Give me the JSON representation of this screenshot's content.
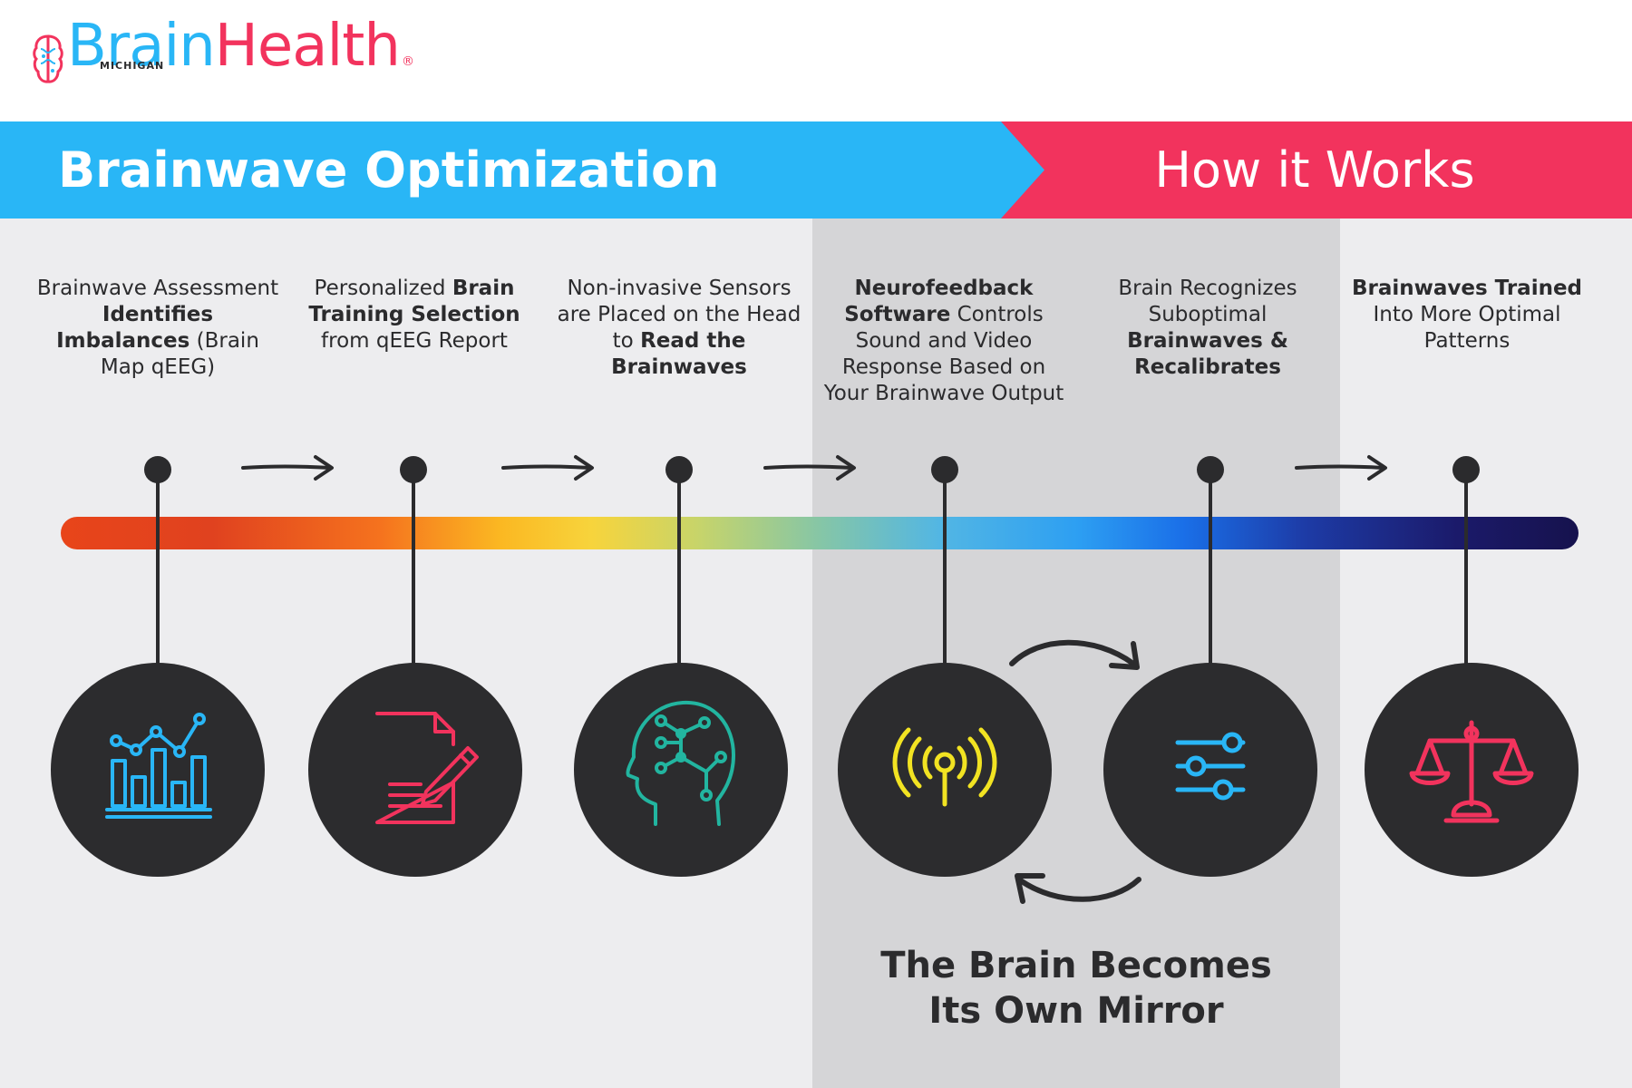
{
  "logo": {
    "small_text": "MICHIGAN",
    "brain_text": "Brain",
    "health_text": "Health",
    "registered": "®"
  },
  "banner": {
    "title": "Brainwave Optimization",
    "subtitle": "How it Works",
    "colors": {
      "blue": "#29b6f6",
      "red": "#f2335d"
    }
  },
  "steps": [
    {
      "parts": [
        {
          "t": "Brainwave Assessment ",
          "b": false
        },
        {
          "t": "Identifies Imbalances",
          "b": true
        },
        {
          "t": " (Brain Map qEEG)",
          "b": false
        }
      ],
      "icon": "bar-chart-icon",
      "icon_color": "#29b6f6"
    },
    {
      "parts": [
        {
          "t": "Personalized ",
          "b": false
        },
        {
          "t": "Brain Training Selection",
          "b": true
        },
        {
          "t": " from qEEG Report",
          "b": false
        }
      ],
      "icon": "document-pen-icon",
      "icon_color": "#f2335d"
    },
    {
      "parts": [
        {
          "t": "Non-invasive Sensors are Placed on the Head to ",
          "b": false
        },
        {
          "t": "Read the Brainwaves",
          "b": true
        }
      ],
      "icon": "head-circuit-icon",
      "icon_color": "#22b5a0"
    },
    {
      "parts": [
        {
          "t": "Neurofeedback Software",
          "b": true
        },
        {
          "t": " Controls Sound and Video Response Based on Your Brainwave Output",
          "b": false
        }
      ],
      "icon": "broadcast-signal-icon",
      "icon_color": "#f2e322"
    },
    {
      "parts": [
        {
          "t": "Brain Recognizes Suboptimal ",
          "b": false
        },
        {
          "t": "Brainwaves & Recalibrates",
          "b": true
        }
      ],
      "icon": "sliders-icon",
      "icon_color": "#29b6f6"
    },
    {
      "parts": [
        {
          "t": "Brainwaves Trained",
          "b": true
        },
        {
          "t": " Into More Optimal Patterns",
          "b": false
        }
      ],
      "icon": "balance-scale-icon",
      "icon_color": "#f2335d"
    }
  ],
  "caption": {
    "line1": "The Brain Becomes",
    "line2": "Its Own Mirror"
  }
}
